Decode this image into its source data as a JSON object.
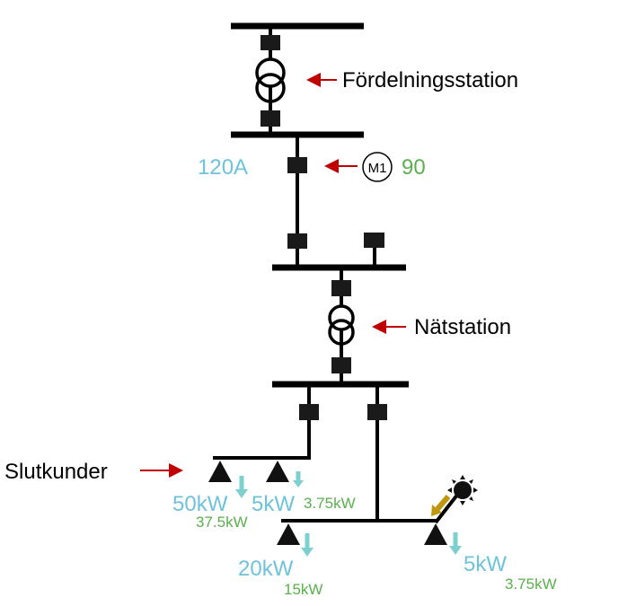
{
  "labels": {
    "distribution_station": "Fördelningsstation",
    "substation": "Nätstation",
    "end_customers": "Slutkunder",
    "current": "120A",
    "meter": "M1",
    "meter_value": "90"
  },
  "loads": [
    {
      "rated": "50kW",
      "actual": "37.5kW"
    },
    {
      "rated": "5kW",
      "actual": "3.75kW"
    },
    {
      "rated": "20kW",
      "actual": "15kW"
    },
    {
      "rated": "5kW",
      "actual": "3.75kW"
    }
  ],
  "colors": {
    "line": "#000000",
    "breaker": "#1a1a1a",
    "pointer_arrow": "#c00000",
    "rated_text": "#6ec3dc",
    "actual_text": "#5bb04d",
    "load_arrow": "#7ecfcf",
    "solar_arrow": "#c0960a"
  },
  "icons": [
    "transformer-icon",
    "breaker-icon",
    "meter-icon",
    "load-triangle-icon",
    "sun-icon"
  ]
}
